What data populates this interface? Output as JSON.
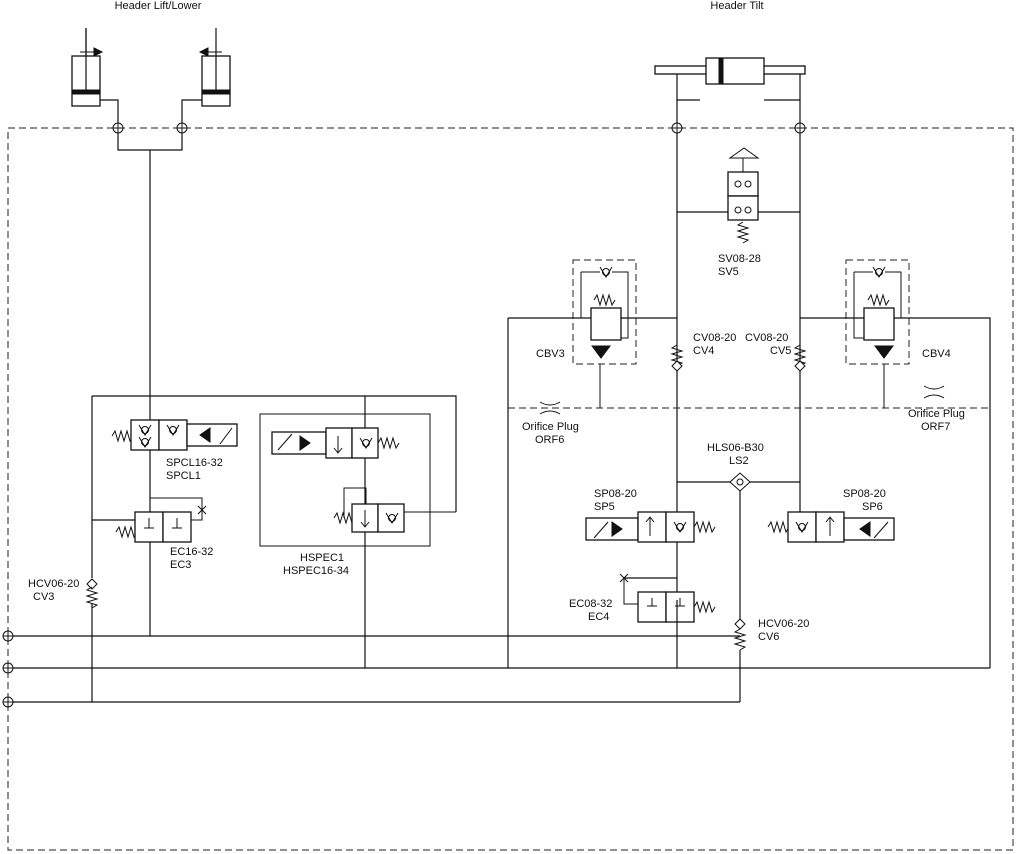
{
  "title_left": "Header Lift/Lower",
  "title_right": "Header Tilt",
  "components": {
    "sv5": [
      "SV08-28",
      "SV5"
    ],
    "cbv3": "CBV3",
    "cbv4": "CBV4",
    "cv4": [
      "CV08-20",
      "CV4"
    ],
    "cv5": [
      "CV08-20",
      "CV5"
    ],
    "orf6": [
      "Orifice Plug",
      "ORF6"
    ],
    "orf7": [
      "Orifice Plug",
      "ORF7"
    ],
    "ls2": [
      "HLS06-B30",
      "LS2"
    ],
    "sp5": [
      "SP08-20",
      "SP5"
    ],
    "sp6": [
      "SP08-20",
      "SP6"
    ],
    "ec4": [
      "EC08-32",
      "EC4"
    ],
    "cv6": [
      "HCV06-20",
      "CV6"
    ],
    "spcl1": [
      "SPCL16-32",
      "SPCL1"
    ],
    "ec3": [
      "EC16-32",
      "EC3"
    ],
    "hspec1": [
      "HSPEC1",
      "HSPEC16-34"
    ],
    "cv3": [
      "HCV06-20",
      "CV3"
    ]
  }
}
